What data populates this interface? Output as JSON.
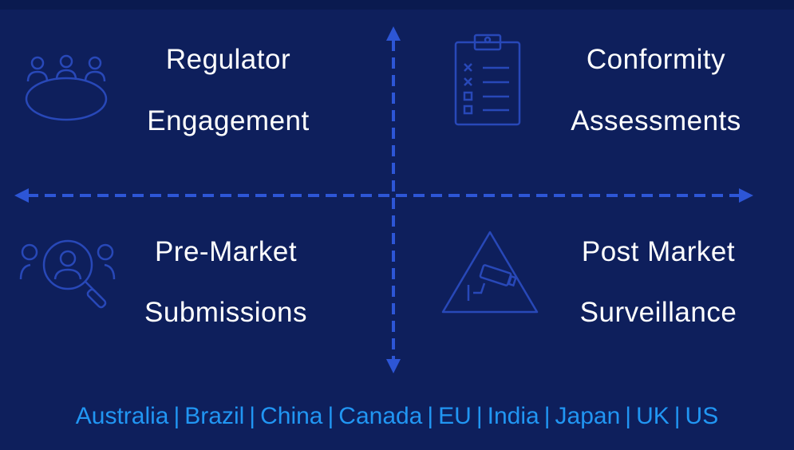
{
  "colors": {
    "background": "#0e1f5c",
    "axis": "#2d56d6",
    "icon": "#2848b8",
    "text": "#ffffff",
    "footer": "#2196f3"
  },
  "quadrants": [
    {
      "line1": "Regulator",
      "line2": "Engagement",
      "icon": "meeting-table-icon"
    },
    {
      "line1": "Conformity",
      "line2": "Assessments",
      "icon": "clipboard-checklist-icon"
    },
    {
      "line1": "Pre-Market",
      "line2": "Submissions",
      "icon": "person-search-icon"
    },
    {
      "line1": "Post Market",
      "line2": "Surveillance",
      "icon": "surveillance-camera-warning-icon"
    }
  ],
  "countries": [
    "Australia",
    "Brazil",
    "China",
    "Canada",
    "EU",
    "India",
    "Japan",
    "UK",
    "US"
  ],
  "separator": "|"
}
